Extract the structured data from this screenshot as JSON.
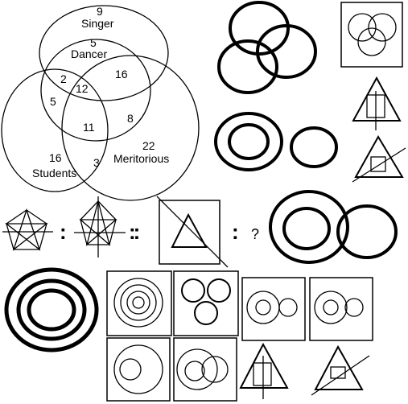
{
  "venn": {
    "label_singer": "Singer",
    "label_dancer": "Dancer",
    "label_meritorious": "Meritorious",
    "label_students": "Students",
    "value_singer_only": "9",
    "value_dancer_only": "5",
    "value_dancer_meritorious": "16",
    "value_students_singer_dancer": "2",
    "value_singer_dancer_meritorious": "12",
    "value_students_singer": "5",
    "value_all_four": "11",
    "value_singer_meritorious": "8",
    "value_meritorious_only": "22",
    "value_students_only": "16",
    "value_students_meritorious": "3"
  },
  "analogy": {
    "separator_single": ":",
    "separator_double": "::",
    "question_mark": "?"
  }
}
